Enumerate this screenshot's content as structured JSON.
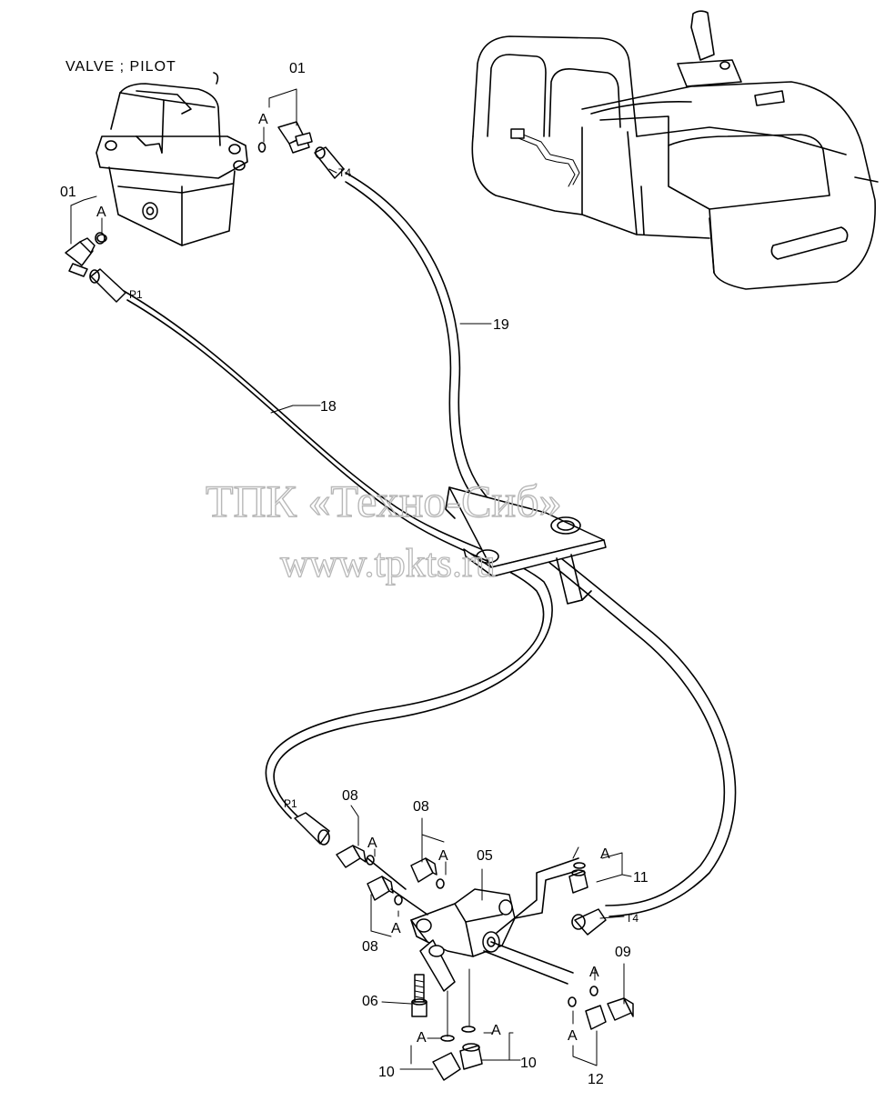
{
  "title": "VALVE ; PILOT",
  "watermark": {
    "line1": "ТПК «Техно-Сиб»",
    "line2": "www.tpkts.ru"
  },
  "part_labels": {
    "p01_top": "01",
    "p01_left": "01",
    "p05": "05",
    "p06": "06",
    "p08_a": "08",
    "p08_b": "08",
    "p08_c": "08",
    "p09": "09",
    "p10_left": "10",
    "p10_right": "10",
    "p11": "11",
    "p12": "12",
    "p18": "18",
    "p19": "19"
  },
  "port_labels": {
    "t4_top": "T4",
    "p1_top": "P1",
    "p1_bottom": "P1",
    "t4_bottom": "T4"
  },
  "o_ring_label": "A"
}
